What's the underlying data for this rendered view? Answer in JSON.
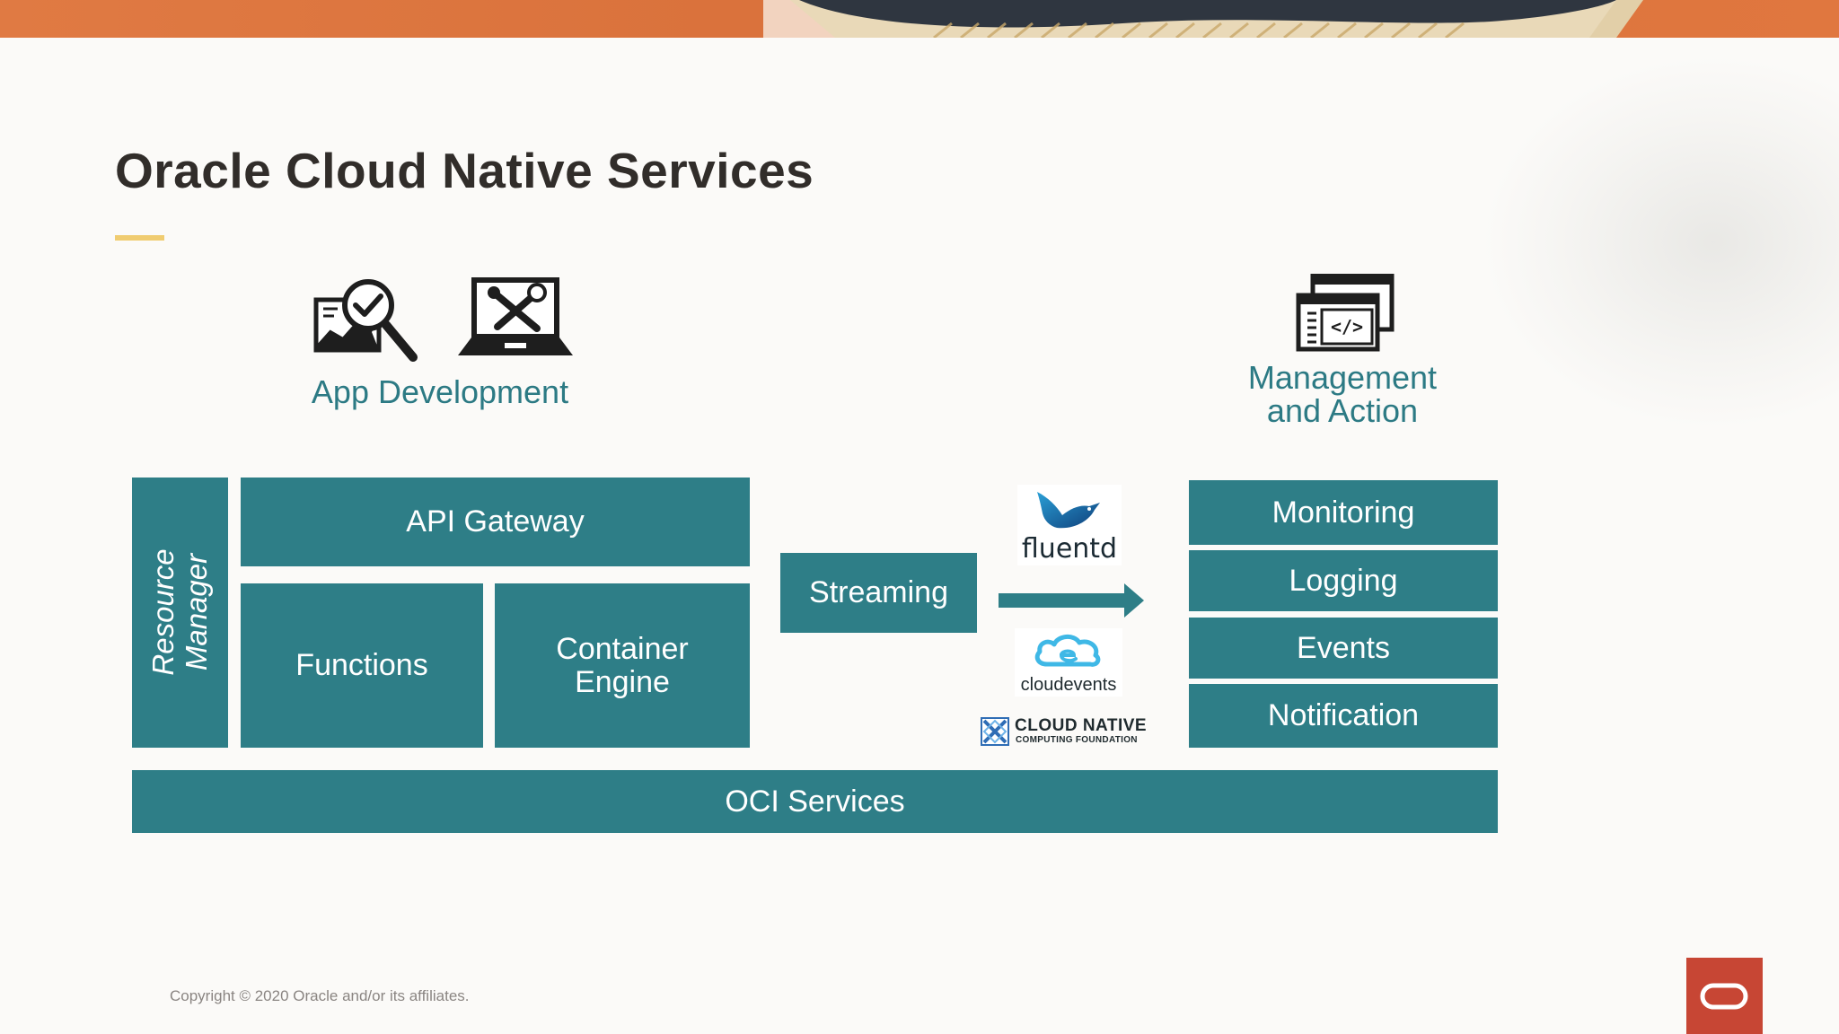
{
  "slide": {
    "title": "Oracle Cloud Native Services",
    "copyright": "Copyright © 2020 Oracle and/or its affiliates."
  },
  "app_development": {
    "label": "App Development",
    "icons": [
      "analytics-magnifier-icon",
      "laptop-tools-icon"
    ]
  },
  "management": {
    "label_line1": "Management",
    "label_line2": "and Action",
    "icon": "code-windows-icon"
  },
  "boxes": {
    "resource_manager_line1": "Resource",
    "resource_manager_line2": "Manager",
    "api_gateway": "API Gateway",
    "functions": "Functions",
    "container_engine_line1": "Container",
    "container_engine_line2": "Engine",
    "streaming": "Streaming",
    "monitoring": "Monitoring",
    "logging": "Logging",
    "events": "Events",
    "notification": "Notification",
    "oci_services": "OCI Services"
  },
  "logos": {
    "fluentd": "fluentd",
    "cloudevents": "cloudevents",
    "cncf_line1": "CLOUD NATIVE",
    "cncf_line2": "COMPUTING FOUNDATION"
  },
  "colors": {
    "teal_box": "#2e7e87",
    "teal_text": "#2c7a84",
    "accent_underline": "#f0cc71",
    "oracle_red": "#c74634",
    "title_text": "#312d2a",
    "background": "#fbfaf8"
  }
}
